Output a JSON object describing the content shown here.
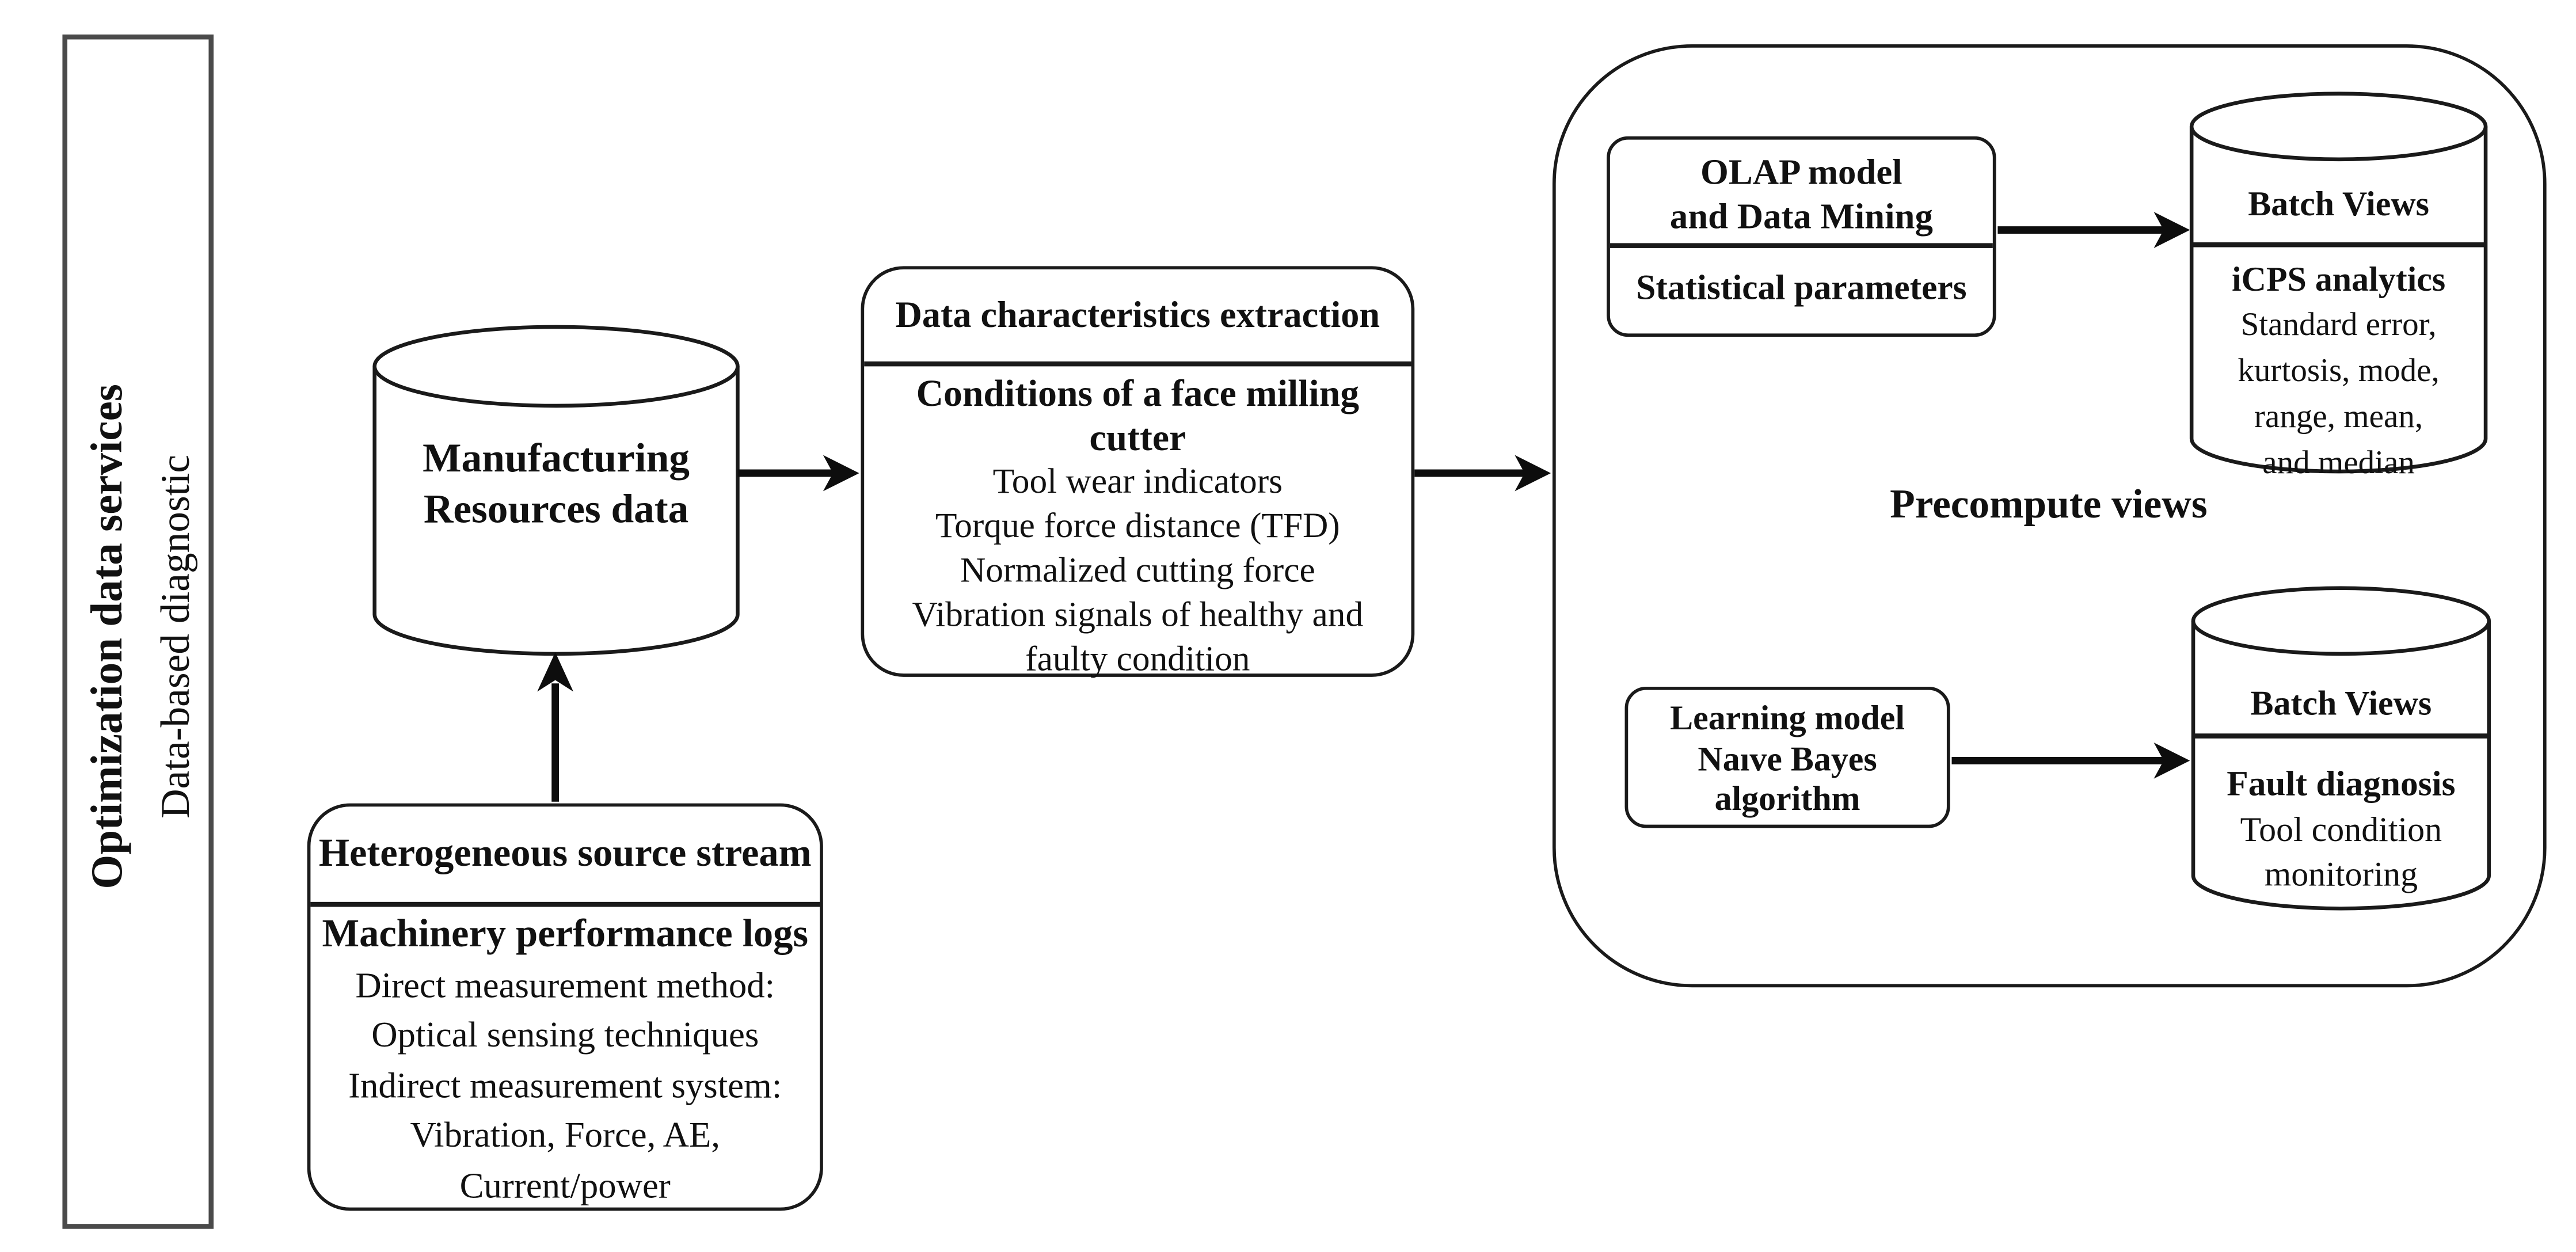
{
  "sidebar": {
    "title": "Optimization data services",
    "subtitle": "Data-based diagnostic"
  },
  "source_db": {
    "lines": [
      "Manufacturing",
      "Resources data"
    ]
  },
  "source_stream_box": {
    "header": "Heterogeneous source stream",
    "body_title": "Machinery performance logs",
    "body_lines": [
      "Direct measurement method:",
      "Optical sensing techniques",
      "Indirect measurement system:",
      "Vibration, Force, AE,",
      "Current/power"
    ]
  },
  "extraction_box": {
    "header": "Data characteristics extraction",
    "body_title_lines": [
      "Conditions of a face milling",
      "cutter"
    ],
    "body_lines": [
      "Tool wear indicators",
      "Torque force distance (TFD)",
      "Normalized cutting force",
      "Vibration signals of healthy and",
      "faulty condition"
    ]
  },
  "serving_layer": {
    "olap_box": {
      "title_lines": [
        "OLAP model",
        "and Data Mining"
      ],
      "footer": "Statistical parameters"
    },
    "precompute_label": "Precompute views",
    "learning_box": {
      "lines": [
        "Learning model",
        "Naıve Bayes",
        "algorithm"
      ]
    },
    "analytics_db": {
      "header": "Batch Views",
      "title": "iCPS analytics",
      "lines": [
        "Standard error,",
        "kurtosis, mode,",
        "range, mean,",
        "and median"
      ]
    },
    "fault_db": {
      "header": "Batch Views",
      "title": "Fault diagnosis",
      "lines": [
        "Tool condition",
        "monitoring"
      ]
    }
  },
  "colors": {
    "ink": "#1a1a1a",
    "bar_border": "#4a4a4a",
    "background": "#ffffff"
  }
}
